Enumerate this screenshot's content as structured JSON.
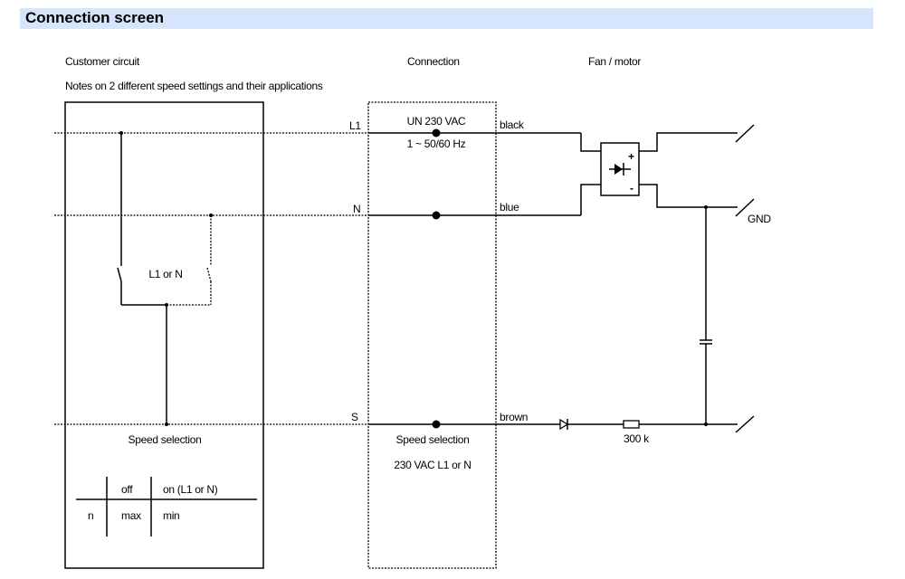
{
  "header": {
    "title": "Connection screen"
  },
  "sections": {
    "customer_circuit": "Customer circuit",
    "notes": "Notes on 2 different speed settings and their applications",
    "connection": "Connection",
    "fan_motor": "Fan / motor"
  },
  "terminals": {
    "l1": "L1",
    "n": "N",
    "s": "S"
  },
  "wires": {
    "black": "black",
    "blue": "blue",
    "brown": "brown"
  },
  "connection_box": {
    "voltage": "UN 230 VAC",
    "frequency": "1 ~ 50/60 Hz",
    "speed_selection": "Speed selection",
    "speed_voltage": "230 VAC L1 or N"
  },
  "customer_box": {
    "switch_label": "L1 or N",
    "speed_selection": "Speed selection",
    "table": {
      "headers": [
        "",
        "off",
        "on (L1 or N)"
      ],
      "rows": [
        [
          "n",
          "max",
          "min"
        ]
      ]
    }
  },
  "motor": {
    "rectifier_plus": "+",
    "rectifier_minus": "-",
    "gnd": "GND",
    "resistor": "300 k"
  }
}
